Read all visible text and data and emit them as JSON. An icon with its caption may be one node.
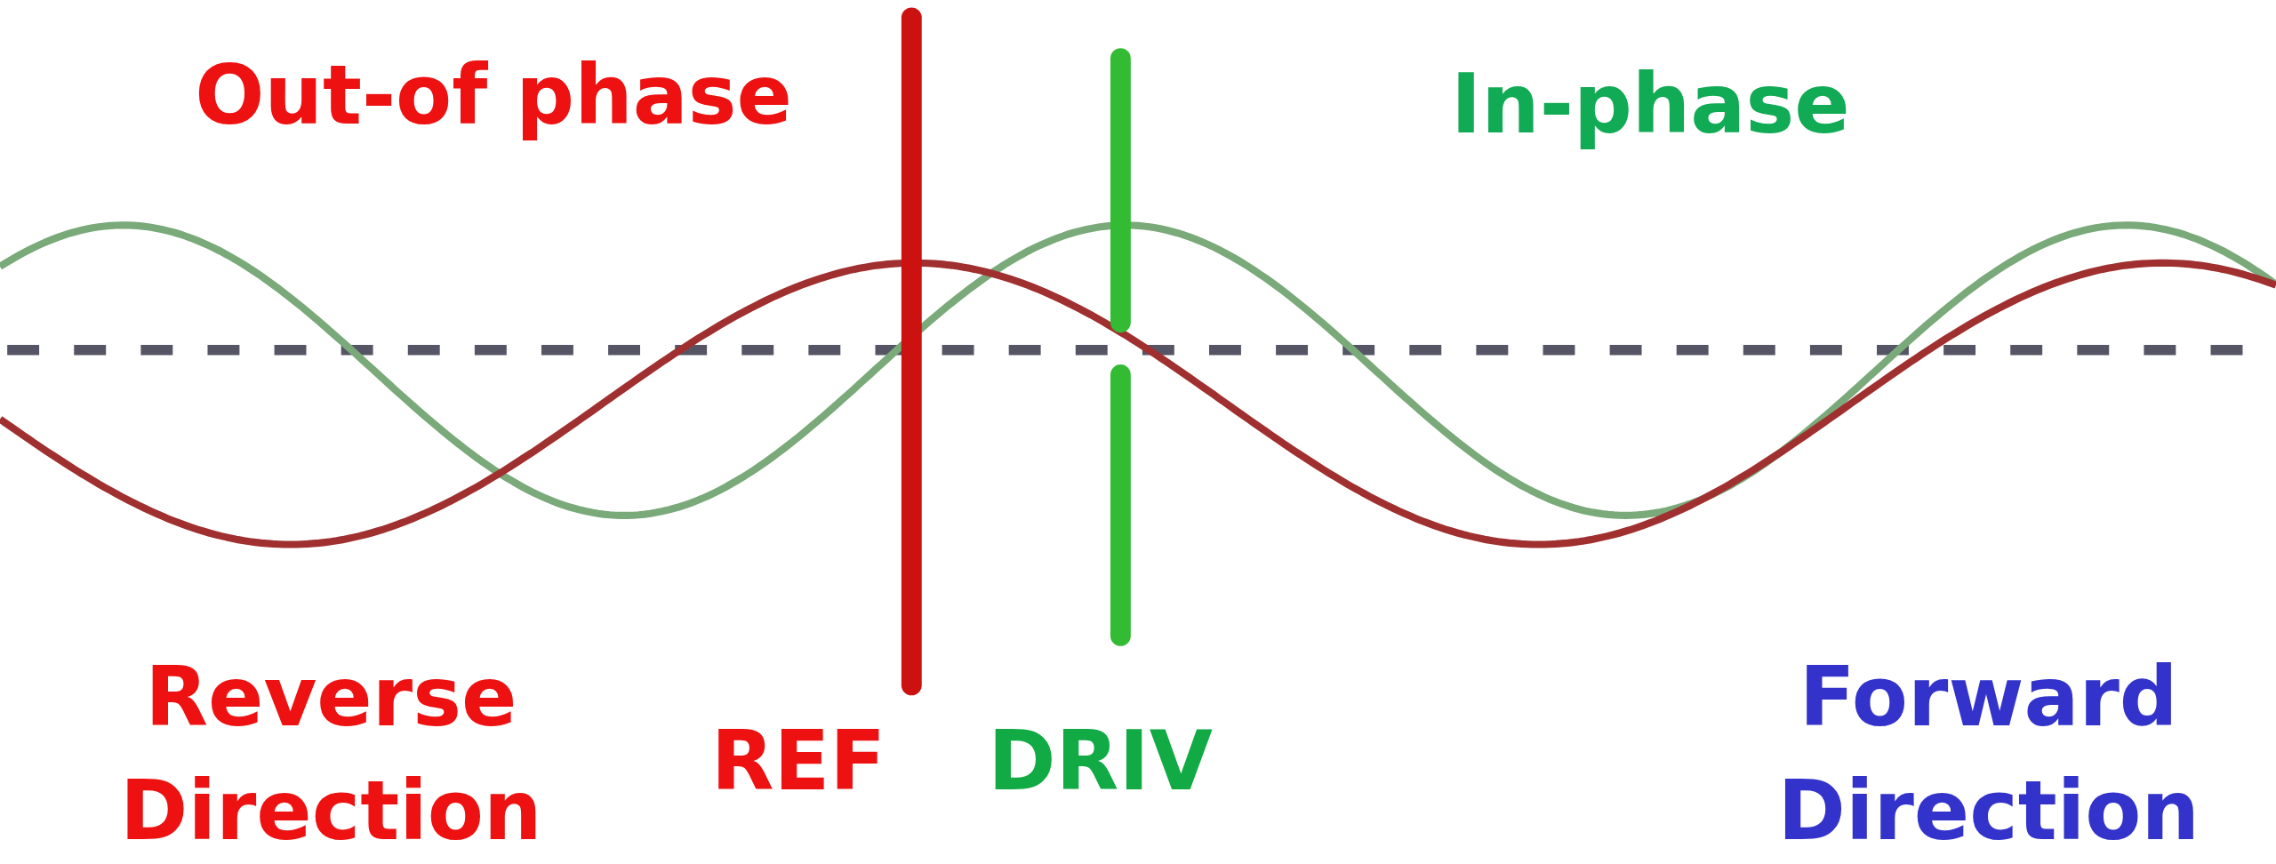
{
  "diagram": {
    "labels": [
      "Out-of phase",
      "In-phase",
      "Reverse Direction",
      "REF",
      "DRIV",
      "Forward Direction"
    ]
  }
}
